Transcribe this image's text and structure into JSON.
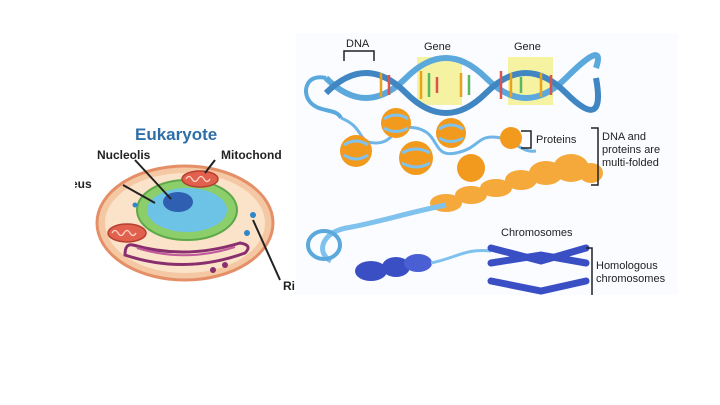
{
  "left_panel": {
    "title": "Eukaryote",
    "labels": {
      "nucleolis": "Nucleolis",
      "mitochondria": "Mitochond",
      "nucleus": "Nucleus",
      "ribosome_fragment": "Ri"
    }
  },
  "right_panel": {
    "labels": {
      "dna": "DNA",
      "gene_1": "Gene",
      "gene_2": "Gene",
      "proteins": "Proteins",
      "multi_folded_line1": "DNA and",
      "multi_folded_line2": "proteins are",
      "multi_folded_line3": "multi-folded",
      "chromosomes": "Chromosomes",
      "homologous_line1": "Homologous",
      "homologous_line2": "chromosomes"
    }
  },
  "colors": {
    "title_blue": "#2f6fa8",
    "cell_wall": "#f5c8a4",
    "cytoplasm": "#fbe3c9",
    "nucleus_green": "#8ccf6a",
    "nucleus_blue": "#2f86c9",
    "mitochondria": "#e2604e",
    "er_purple": "#8a2f6e",
    "dna_blue": "#5aa8dc",
    "gene_highlight": "#f5f3a2",
    "histone_orange": "#f29a1e",
    "chromosome_blue": "#3b4fc4",
    "label_text": "#222222"
  }
}
